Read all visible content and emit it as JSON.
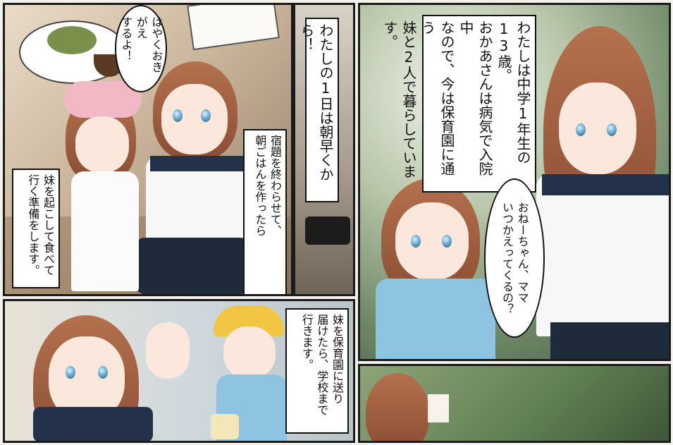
{
  "panels": {
    "top_left": {
      "speech": [
        "はやくおきがえ",
        "するよ！"
      ],
      "caption": [
        "妹を起こして食べて",
        "行く準備をします。"
      ]
    },
    "top_middle": {
      "caption_title": [
        "わたしの1日は朝早くから！"
      ],
      "caption_sub": [
        "宿題を終わらせて、",
        "朝ごはんを作ったら"
      ]
    },
    "top_right": {
      "caption": [
        "わたしは中学1年生の13歳。",
        "おかあさんは病気で入院中",
        "なので、今は保育園に通う",
        "妹と2人で暮らしています。"
      ],
      "speech": [
        "おねーちゃん、ママ",
        "いつかえってくるの？"
      ]
    },
    "bottom_left": {
      "caption": [
        "妹を保育園に送り",
        "届けたら、学校まで",
        "行きます。"
      ]
    }
  }
}
